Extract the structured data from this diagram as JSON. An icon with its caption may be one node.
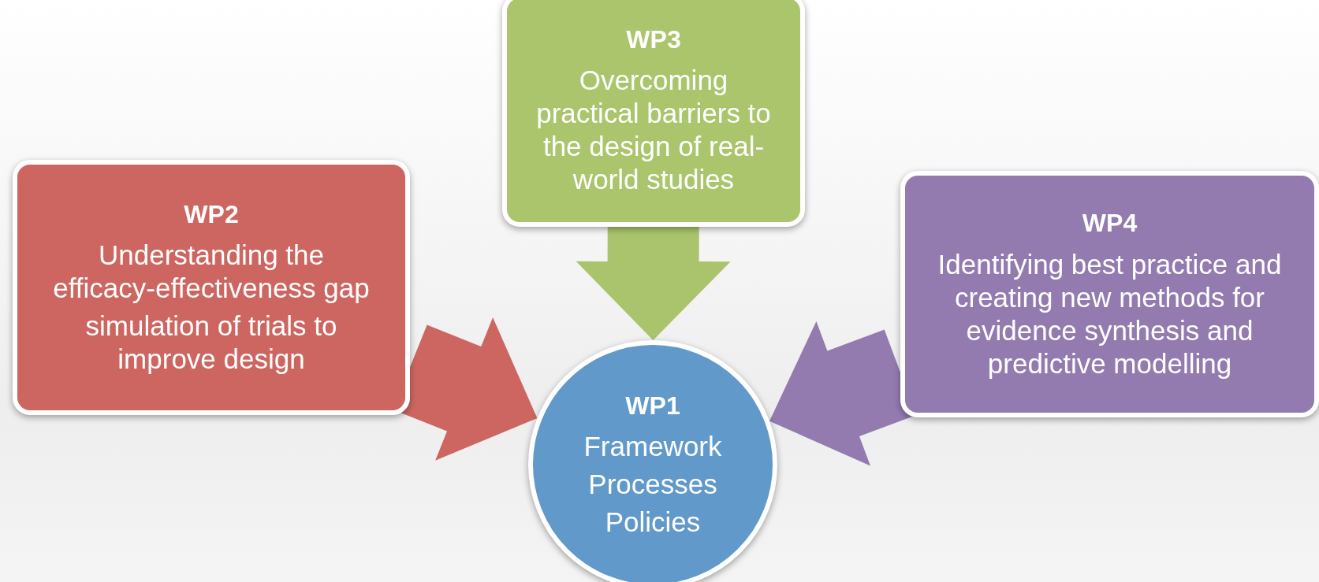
{
  "diagram": {
    "nodes": [
      {
        "text": [
          "WP3",
          "Overcoming practical barriers to the design of real-world studies"
        ]
      },
      {
        "text": [
          "WP2",
          "Understanding the efficacy-effectiveness gap",
          "simulation of trials to improve design"
        ]
      },
      {
        "text": [
          "WP4",
          "Identifying best practice and creating new methods for evidence synthesis and predictive modelling"
        ]
      },
      {
        "text": [
          "WP1",
          "Framework",
          "Processes",
          "Policies"
        ]
      }
    ],
    "edges": [
      {
        "from": 0,
        "to": 3,
        "arrow": "to",
        "style": "thick",
        "color": "#a9c46c"
      },
      {
        "from": 1,
        "to": 3,
        "arrow": "to",
        "style": "thick",
        "color": "#cd6660"
      },
      {
        "from": 2,
        "to": 3,
        "arrow": "to",
        "style": "thick",
        "color": "#937bb0"
      }
    ]
  }
}
